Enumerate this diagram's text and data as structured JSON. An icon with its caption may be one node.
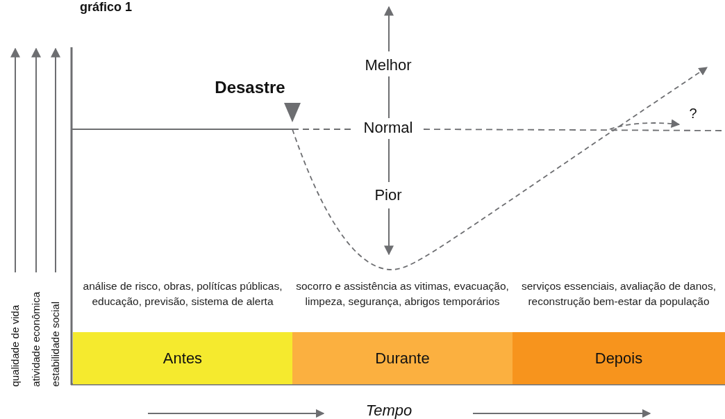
{
  "diagram": {
    "title": "gráfico 1",
    "nodes": [
      {
        "text": [
          "Antes"
        ],
        "beside": [
          "análise de risco, obras, polítícas públicas, educação, previsão, sistema de alerta"
        ]
      },
      {
        "text": [
          "Durante"
        ],
        "beside": [
          "socorro e assistência as vitimas, evacuação, limpeza, segurança, abrigos temporários"
        ]
      },
      {
        "text": [
          "Depois"
        ],
        "beside": [
          "serviços essenciais, avaliação de danos, reconstrução bem-estar da população"
        ]
      }
    ],
    "labels": [
      "qualidade de vida",
      "atividade econômica",
      "estabilidade social",
      "Desastre",
      "Melhor",
      "Normal",
      "?",
      "Pior",
      "Tempo"
    ]
  }
}
